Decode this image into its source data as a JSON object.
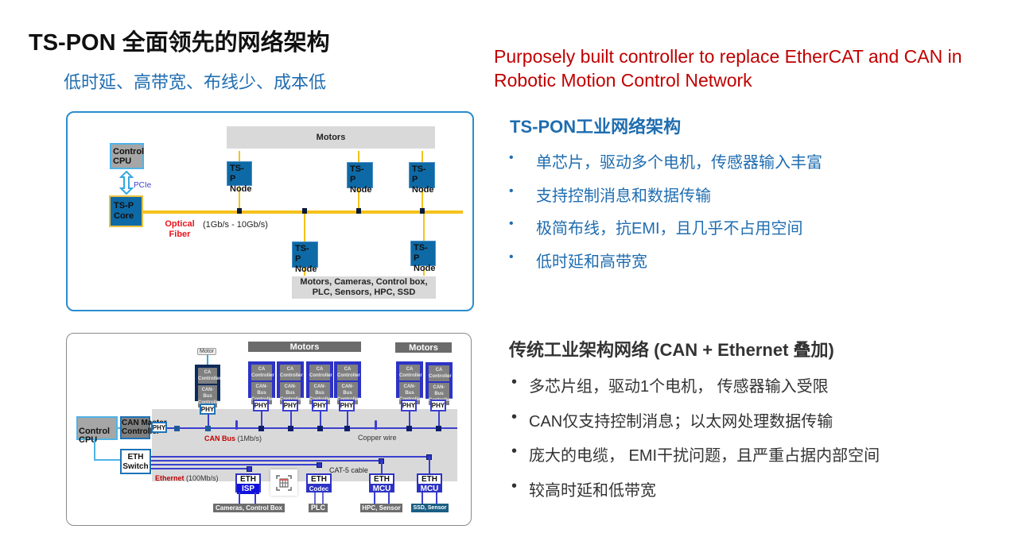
{
  "header": {
    "title": "TS-PON 全面领先的网络架构",
    "subtitle": "低时延、高带宽、布线少、成本低",
    "tagline": "Purposely built controller to replace EtherCAT and CAN in Robotic Motion Control Network"
  },
  "tspon": {
    "heading": "TS-PON工业网络架构",
    "bullet": "•",
    "items": [
      "单芯片，驱动多个电机，传感器输入丰富",
      "支持控制消息和数据传输",
      "极简布线，抗EMI，且几乎不占用空间",
      "低时延和高带宽"
    ]
  },
  "traditional": {
    "heading": "传统工业架构网络 (CAN + Ethernet 叠加)",
    "bullet": "•",
    "items": [
      "多芯片组，驱动1个电机， 传感器输入受限",
      "CAN仅支持控制消息；以太网处理数据传输",
      "庞大的电缆， EMI干扰问题，且严重占据内部空间",
      "较高时延和低带宽"
    ]
  },
  "top_diagram": {
    "motors_label": "Motors",
    "control_cpu": "Control CPU",
    "pcie_label": "PCIe",
    "core_label": "TS-P Core",
    "node_label": "TS-P Node",
    "optical_fiber": "Optical Fiber",
    "speed_label": "(1Gb/s - 10Gb/s)",
    "devices_label": "Motors, Cameras, Control box, PLC, Sensors, HPC, SSD",
    "colors": {
      "fiber": "#f5c21b",
      "node": "#0e6aa6",
      "label_red": "#e8141c"
    }
  },
  "bottom_diagram": {
    "motor_label": "Motor",
    "motors_label": "Motors",
    "ca_controller": "CA Controller",
    "canbus_controller": "CAN-Bus Controller",
    "phy_label": "PHY",
    "control_cpu": "Control CPU",
    "can_master": "CAN Master Controller",
    "eth_switch": "ETH Switch",
    "can_bus_label": "CAN Bus",
    "can_bus_speed": "(1Mb/s)",
    "copper_wire": "Copper wire",
    "ethernet_label": "Ethernet",
    "ethernet_speed": "(100Mb/s)",
    "cat5_label": "CAT-5 cable",
    "eth_units": [
      {
        "top": "ETH",
        "bottom": "ISP",
        "device": "Cameras, Control Box"
      },
      {
        "top": "ETH",
        "bottom": "Codec",
        "device": "PLC"
      },
      {
        "top": "ETH",
        "bottom": "MCU",
        "device": "HPC, Sensor"
      },
      {
        "top": "ETH",
        "bottom": "MCU",
        "device": "SSD, Sensor"
      }
    ],
    "colors": {
      "bus": "#3a3fcf",
      "label_red": "#c00000"
    }
  }
}
